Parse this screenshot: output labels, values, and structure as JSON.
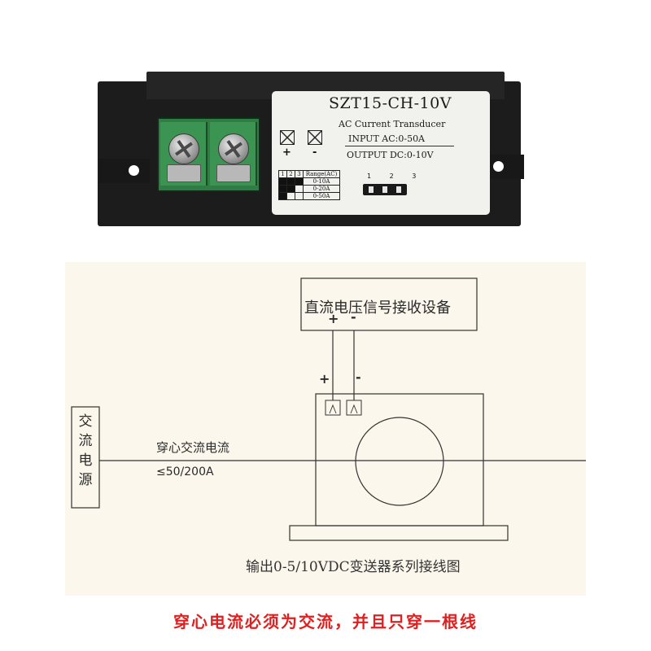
{
  "device": {
    "model": "SZT15-CH-10V",
    "subtitle": "AC Current Transducer",
    "input": "INPUT AC:0-50A",
    "output": "OUTPUT DC:0-10V",
    "plus": "+",
    "minus": "-",
    "range_table": {
      "headers": [
        "1",
        "2",
        "3",
        "Range(AC)"
      ],
      "rows": [
        "0-10A",
        "0-20A",
        "0-50A"
      ]
    },
    "jumper_pins": "1 2 3"
  },
  "diagram": {
    "receiver_label": "直流电压信号接收设备",
    "receiver_plus": "+",
    "receiver_minus": "-",
    "transducer_plus": "+",
    "transducer_minus": "-",
    "source_label": "交流电源",
    "wire_label": "穿心交流电流",
    "wire_spec": "≤50/200A",
    "caption": "输出0-5/10VDC变送器系列接线图"
  },
  "note": "穿心电流必须为交流，并且只穿一根线"
}
